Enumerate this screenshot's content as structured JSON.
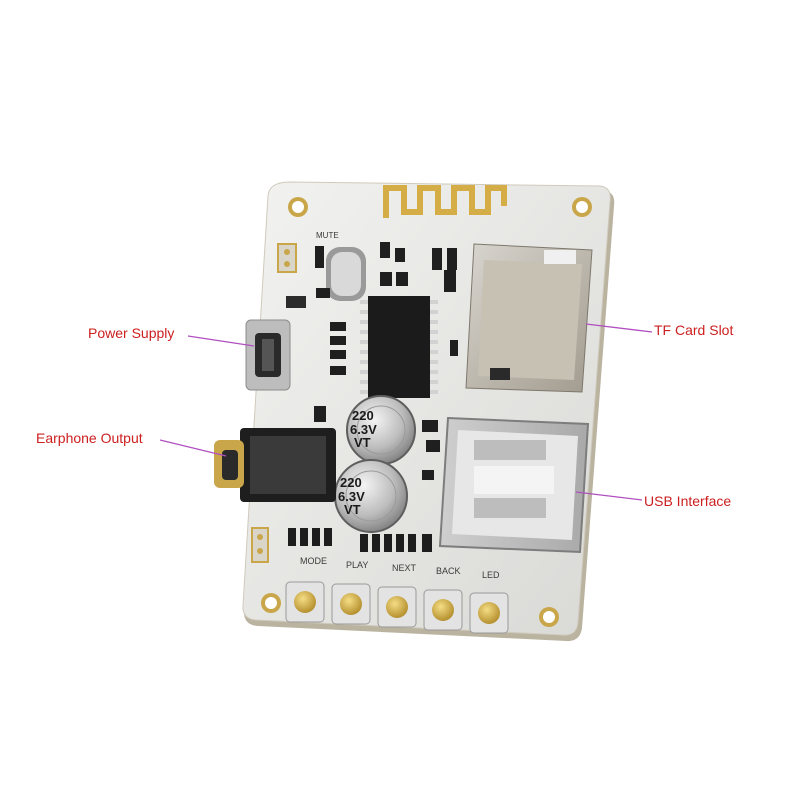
{
  "callouts": {
    "power_supply": "Power Supply",
    "earphone_output": "Earphone Output",
    "tf_card_slot": "TF Card Slot",
    "usb_interface": "USB Interface"
  },
  "silkscreen": {
    "cap1_value": "220",
    "cap1_voltage": "6.3V",
    "cap1_mark": "VT",
    "cap2_value": "220",
    "cap2_voltage": "6.3V",
    "cap2_mark": "VT",
    "btn_mode": "MODE",
    "btn_play": "PLAY",
    "btn_next": "NEXT",
    "btn_back": "BACK",
    "btn_led": "LED",
    "mute": "MUTE"
  },
  "colors": {
    "label_red": "#cc1f1f",
    "leader_purple": "#b04fc0",
    "board_white": "#e9e9e7",
    "gold": "#c9a64a",
    "chip_black": "#1b1b1b"
  }
}
